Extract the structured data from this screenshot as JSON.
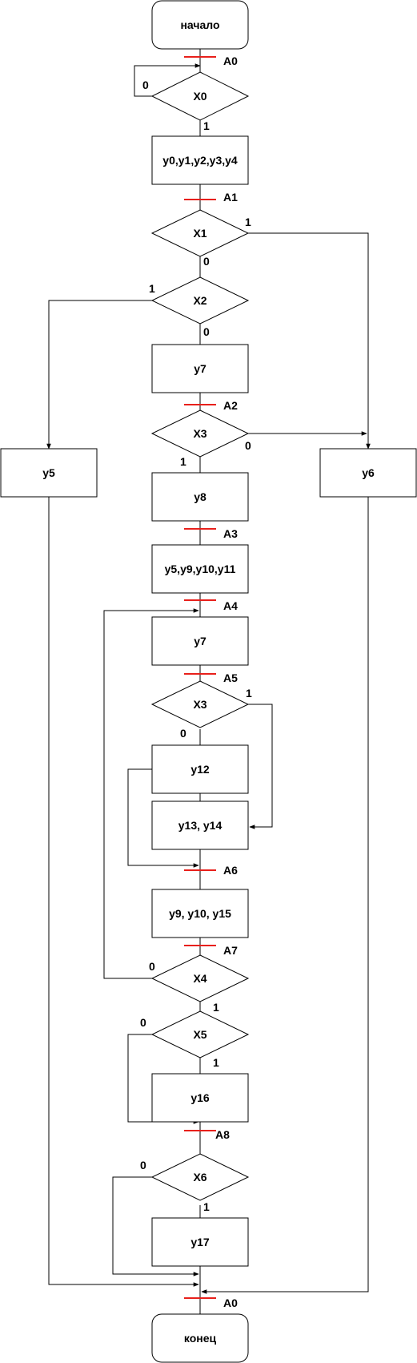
{
  "terminators": {
    "start": "начало",
    "end": "конец"
  },
  "blocks": {
    "b_y0_4": "y0,y1,y2,y3,y4",
    "b_y7_a": "y7",
    "b_y5": "y5",
    "b_y6": "y6",
    "b_y8": "y8",
    "b_y5_11": "y5,y9,y10,y11",
    "b_y7_b": "y7",
    "b_y12": "y12",
    "b_y13_14": "y13, y14",
    "b_y9_15": "y9, y10, y15",
    "b_y16": "y16",
    "b_y17": "y17"
  },
  "conditions": {
    "d_x0": "X0",
    "d_x1": "X1",
    "d_x2": "X2",
    "d_x3_a": "X3",
    "d_x3_b": "X3",
    "d_x4": "X4",
    "d_x5": "X5",
    "d_x6": "X6"
  },
  "states": {
    "a0_top": "A0",
    "a1": "A1",
    "a2": "A2",
    "a3": "A3",
    "a4": "A4",
    "a5": "A5",
    "a6": "A6",
    "a7": "A7",
    "a8": "A8",
    "a0_bottom": "A0"
  },
  "branch_labels": {
    "x0_no": "0",
    "x0_yes": "1",
    "x1_yes": "1",
    "x1_no": "0",
    "x2_yes": "1",
    "x2_no": "0",
    "x3a_yes": "1",
    "x3a_no": "0",
    "x3b_yes": "1",
    "x3b_no": "0",
    "x4_no": "0",
    "x4_yes": "1",
    "x5_no": "0",
    "x5_yes": "1",
    "x6_no": "0",
    "x6_yes": "1"
  },
  "colors": {
    "state_marker": "#e8201b",
    "line": "#000000"
  }
}
